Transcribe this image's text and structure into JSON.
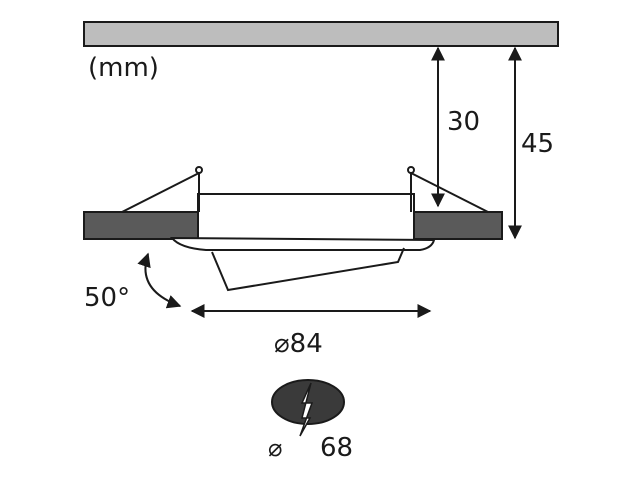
{
  "unit_label": "(mm)",
  "dimensions": {
    "depth_inner": "30",
    "depth_total": "45",
    "tilt_angle": "50°",
    "outer_diameter": "⌀84",
    "cutout_symbol": "⌀",
    "cutout_diameter": "68"
  },
  "colors": {
    "ceiling": "#bdbdbd",
    "trim": "#5a5a5a",
    "stroke": "#1a1a1a",
    "cutout_badge": "#3a3a3a"
  },
  "icons": {
    "cutout": "cutout-lightning-icon"
  }
}
